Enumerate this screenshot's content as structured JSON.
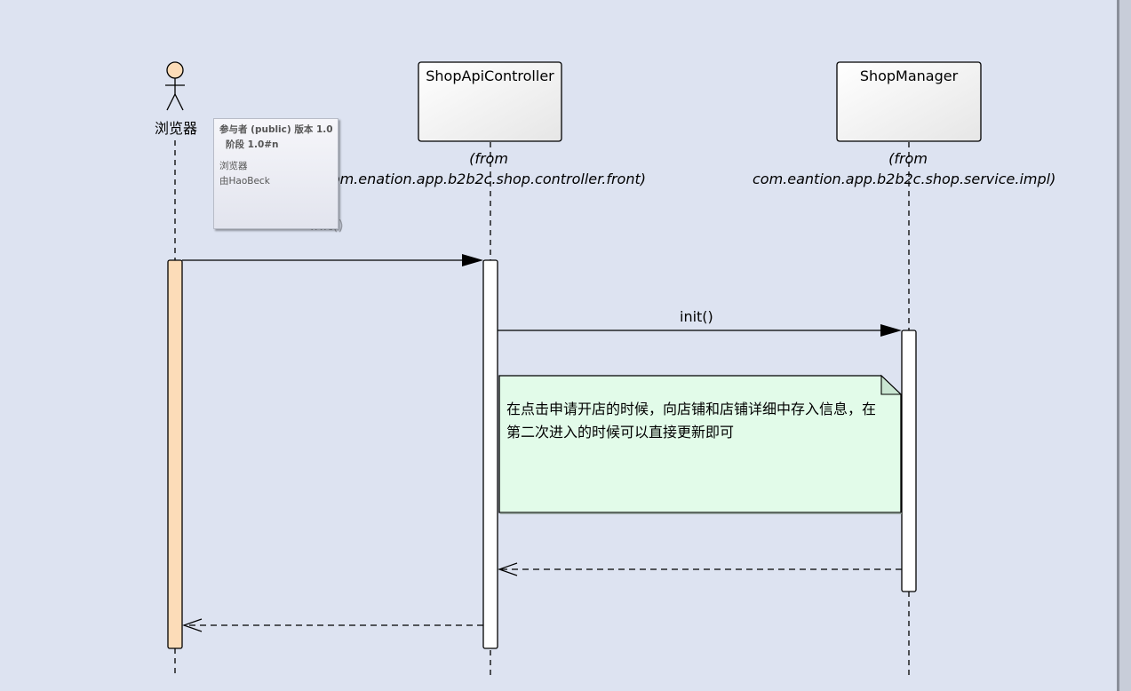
{
  "actor": {
    "name": "浏览器"
  },
  "lifelines": [
    {
      "title": "ShopApiController",
      "from_label": "(from",
      "package": "com.enation.app.b2b2c.shop.controller.front)"
    },
    {
      "title": "ShopManager",
      "from_label": "(from",
      "package": "com.eantion.app.b2b2c.shop.service.impl)"
    }
  ],
  "tooltip": {
    "line1": "参与者  (public)   版本 1.0",
    "line2": "阶段 1.0#n",
    "line3": "浏览器",
    "line4": "由HaoBeck"
  },
  "messages": {
    "first_label_partial": "init()",
    "second_label": "init()"
  },
  "note": {
    "text": "在点击申请开店的时候，向店铺和店铺详细中存入信息，在第二次进入的时候可以直接更新即可"
  },
  "colors": {
    "background": "#dde3f1",
    "actor_activation": "#fcdcb8",
    "note_fill": "#e2fbe9",
    "note_corner": "#c9e6d2"
  }
}
